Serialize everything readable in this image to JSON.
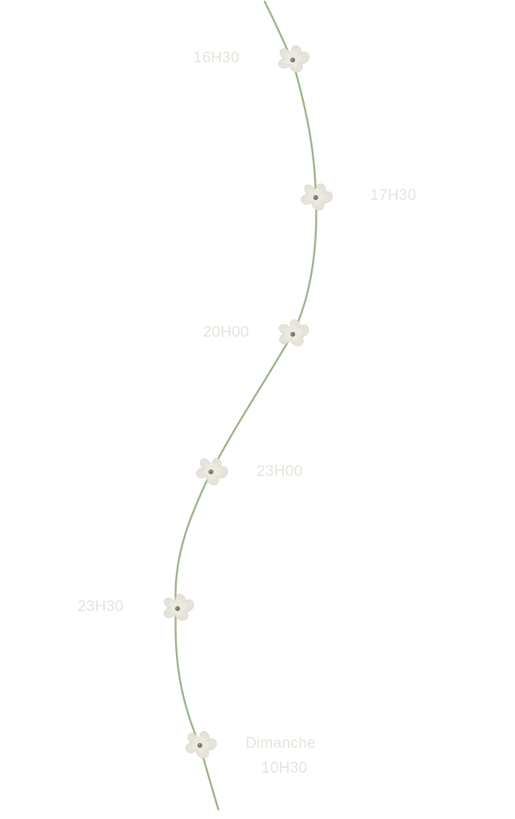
{
  "colors": {
    "background": "#ffffff",
    "stem": "#9cb486",
    "petal": "#e6e4da",
    "petal_edge": "#d8d5c9",
    "flower_center": "#75776f",
    "label": "#e7e3dc"
  },
  "timeline": {
    "icon": "flower-icon",
    "events": [
      {
        "time": "16H30"
      },
      {
        "time": "17H30"
      },
      {
        "time": "20H00"
      },
      {
        "time": "23H00"
      },
      {
        "time": "23H30"
      },
      {
        "day": "Dimanche",
        "time": "10H30"
      }
    ]
  }
}
